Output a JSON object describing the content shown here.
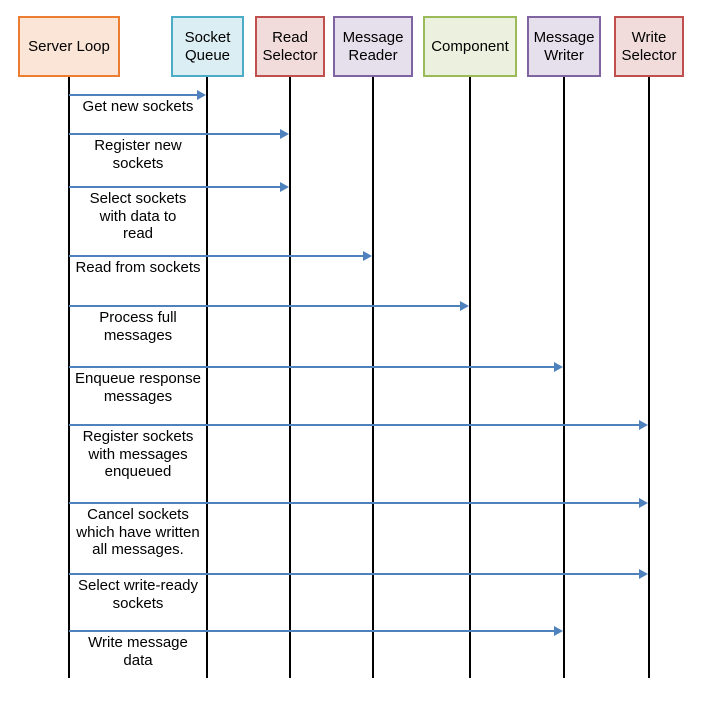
{
  "diagram": {
    "type": "sequence-diagram",
    "title": "",
    "colors": {
      "background": "#FFFFFF",
      "lifeline": "#000000",
      "arrow": "#4F81BD",
      "orange_border": "#ED7D31",
      "orange_fill": "#FBE5D6",
      "teal_border": "#4BACC6",
      "teal_fill": "#DBEEF4",
      "red_border": "#C0504D",
      "red_fill": "#F2DCDB",
      "purple_border": "#8064A2",
      "purple_fill": "#E6E0EC",
      "green_border": "#9BBB59",
      "green_fill": "#EBF1DE"
    },
    "actors": [
      {
        "id": "server-loop",
        "label": "Server Loop",
        "color": "orange"
      },
      {
        "id": "socket-queue",
        "label": "Socket Queue",
        "color": "teal"
      },
      {
        "id": "read-selector",
        "label": "Read Selector",
        "color": "red"
      },
      {
        "id": "message-reader",
        "label": "Message Reader",
        "color": "purple"
      },
      {
        "id": "component",
        "label": "Component",
        "color": "green"
      },
      {
        "id": "message-writer",
        "label": "Message Writer",
        "color": "purple"
      },
      {
        "id": "write-selector",
        "label": "Write Selector",
        "color": "red"
      }
    ],
    "messages": [
      {
        "from": "Server Loop",
        "to": "Socket Queue",
        "label": "Get new sockets"
      },
      {
        "from": "Server Loop",
        "to": "Read Selector",
        "label": "Register new\nsockets"
      },
      {
        "from": "Server Loop",
        "to": "Read Selector",
        "label": "Select sockets\nwith data to\nread"
      },
      {
        "from": "Server Loop",
        "to": "Message Reader",
        "label": "Read from sockets"
      },
      {
        "from": "Server Loop",
        "to": "Component",
        "label": "Process full\nmessages"
      },
      {
        "from": "Server Loop",
        "to": "Message Writer",
        "label": "Enqueue response\nmessages"
      },
      {
        "from": "Server Loop",
        "to": "Write Selector",
        "label": "Register sockets\nwith messages\nenqueued"
      },
      {
        "from": "Server Loop",
        "to": "Write Selector",
        "label": "Cancel sockets\nwhich have written\nall messages."
      },
      {
        "from": "Server Loop",
        "to": "Write Selector",
        "label": "Select write-ready\nsockets"
      },
      {
        "from": "Server Loop",
        "to": "Message Writer",
        "label": "Write message\ndata"
      }
    ]
  }
}
